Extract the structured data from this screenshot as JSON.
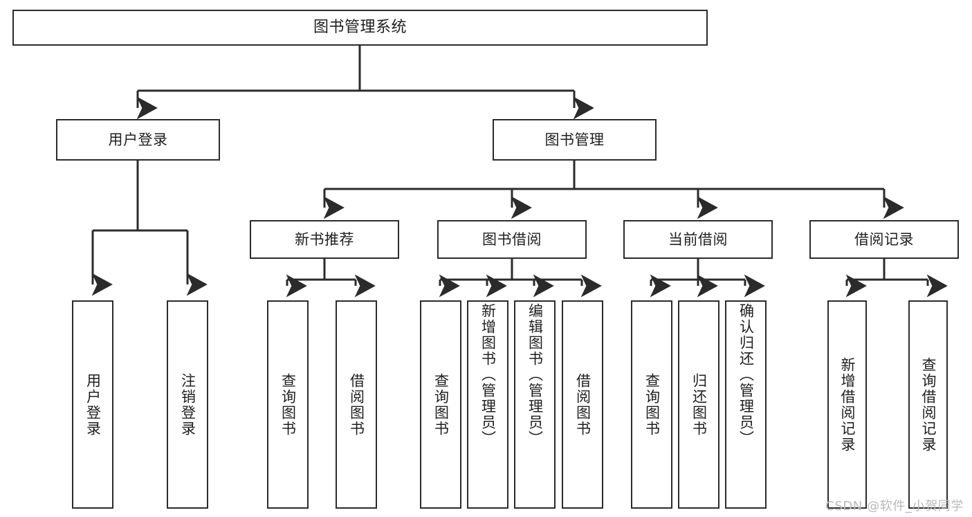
{
  "diagram": {
    "title": "图书管理系统",
    "type": "tree",
    "orientation": "top-down",
    "line_color": "#2b2b2b",
    "box_fill": "#ffffff",
    "text_color": "#1f1f1f"
  },
  "nodes": {
    "root": {
      "label": "图书管理系统"
    },
    "level2": [
      {
        "label": "用户登录"
      },
      {
        "label": "图书管理"
      }
    ],
    "level3": [
      {
        "label": "新书推荐"
      },
      {
        "label": "图书借阅"
      },
      {
        "label": "当前借阅"
      },
      {
        "label": "借阅记录"
      }
    ],
    "leaves": {
      "user_login": [
        {
          "label": "用户登录"
        },
        {
          "label": "注销登录"
        }
      ],
      "new_book_recommend": [
        {
          "label": "查询图书"
        },
        {
          "label": "借阅图书"
        }
      ],
      "book_borrow": [
        {
          "label": "查询图书"
        },
        {
          "label": "新增图书（管理员）"
        },
        {
          "label": "编辑图书（管理员）"
        },
        {
          "label": "借阅图书"
        }
      ],
      "current_borrow": [
        {
          "label": "查询图书"
        },
        {
          "label": "归还图书"
        },
        {
          "label": "确认归还（管理员）"
        }
      ],
      "borrow_record": [
        {
          "label": "新增借阅记录"
        },
        {
          "label": "查询借阅记录"
        }
      ]
    }
  },
  "watermark": {
    "text": "CSDN @软件_小贺同学"
  }
}
